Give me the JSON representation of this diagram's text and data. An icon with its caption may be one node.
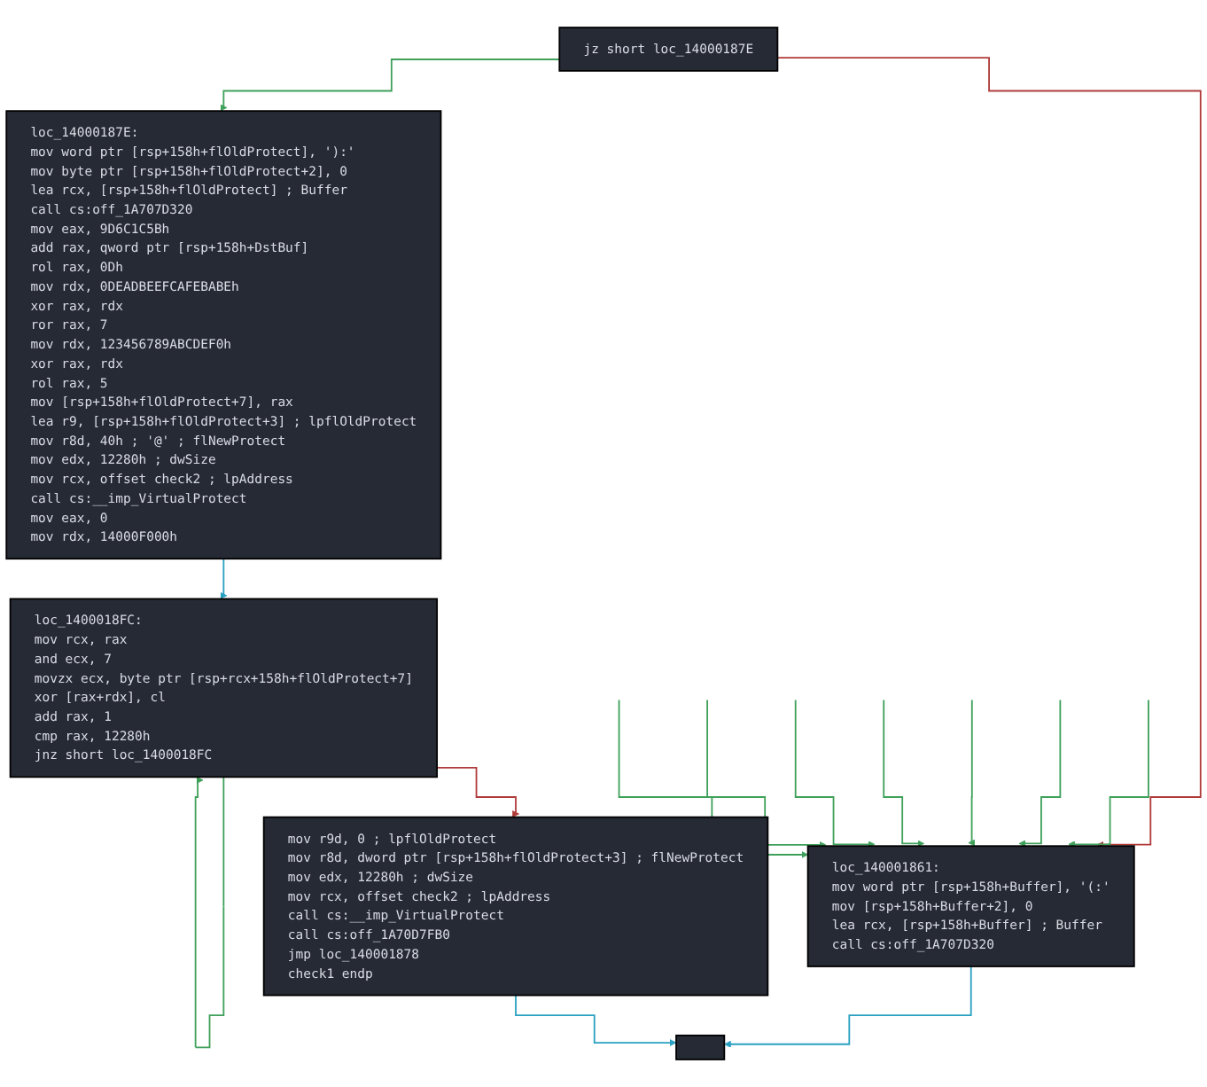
{
  "diagram": {
    "nodes": [
      {
        "text": [
          "jz short loc_14000187E"
        ]
      },
      {
        "text": [
          "loc_14000187E:",
          "mov word ptr [rsp+158h+flOldProtect], '):'",
          "mov byte ptr [rsp+158h+flOldProtect+2], 0",
          "lea rcx, [rsp+158h+flOldProtect] ; Buffer",
          "call cs:off_1A707D320",
          "mov eax, 9D6C1C5Bh",
          "add rax, qword ptr [rsp+158h+DstBuf]",
          "rol rax, 0Dh",
          "mov rdx, 0DEADBEEFCAFEBABEh",
          "xor rax, rdx",
          "ror rax, 7",
          "mov rdx, 123456789ABCDEF0h",
          "xor rax, rdx",
          "rol rax, 5",
          "mov [rsp+158h+flOldProtect+7], rax",
          "lea r9, [rsp+158h+flOldProtect+3] ; lpflOldProtect",
          "mov r8d, 40h ; '@' ; flNewProtect",
          "mov edx, 12280h ; dwSize",
          "mov rcx, offset check2 ; lpAddress",
          "call cs:__imp_VirtualProtect",
          "mov eax, 0",
          "mov rdx, 14000F000h"
        ]
      },
      {
        "text": [
          "loc_1400018FC:",
          "mov rcx, rax",
          "and ecx, 7",
          "movzx ecx, byte ptr [rsp+rcx+158h+flOldProtect+7]",
          "xor [rax+rdx], cl",
          "add rax, 1",
          "cmp rax, 12280h",
          "jnz short loc_1400018FC"
        ]
      },
      {
        "text": [
          "loc_140001861:",
          "mov word ptr [rsp+158h+Buffer], '(:'",
          "mov [rsp+158h+Buffer+2], 0",
          "lea rcx, [rsp+158h+Buffer] ; Buffer",
          "call cs:off_1A707D320"
        ]
      },
      {
        "text": [
          "mov r9d, 0 ; lpflOldProtect",
          "mov r8d, dword ptr [rsp+158h+flOldProtect+3] ; flNewProtect",
          "mov edx, 12280h ; dwSize",
          "mov rcx, offset check2 ; lpAddress",
          "call cs:__imp_VirtualProtect",
          "call cs:off_1A70D7FB0",
          "jmp loc_140001878",
          "check1 endp"
        ]
      },
      {
        "text": [],
        "shape": "box"
      }
    ],
    "edges": [
      {
        "from": 0,
        "to": 1,
        "arrow": "to"
      },
      {
        "from": 0,
        "to": 3,
        "arrow": "to",
        "color": "#b03a3a"
      },
      {
        "from": 1,
        "to": 2,
        "arrow": "to",
        "color": "#2aa0c0"
      },
      {
        "from": 2,
        "to": 2,
        "arrow": "to"
      },
      {
        "from": 2,
        "to": 4,
        "arrow": "to",
        "color": "#b03a3a"
      },
      {
        "from": null,
        "to": 3,
        "arrow": "to"
      },
      {
        "from": null,
        "to": 3,
        "arrow": "to"
      },
      {
        "from": null,
        "to": 3,
        "arrow": "to"
      },
      {
        "from": null,
        "to": 3,
        "arrow": "to"
      },
      {
        "from": null,
        "to": 3,
        "arrow": "to"
      },
      {
        "from": null,
        "to": 3,
        "arrow": "to"
      },
      {
        "from": null,
        "to": 3,
        "arrow": "to"
      },
      {
        "from": 3,
        "to": 5,
        "arrow": "to",
        "color": "#2aa0c0"
      },
      {
        "from": 4,
        "to": 5,
        "arrow": "to",
        "color": "#2aa0c0"
      }
    ]
  }
}
